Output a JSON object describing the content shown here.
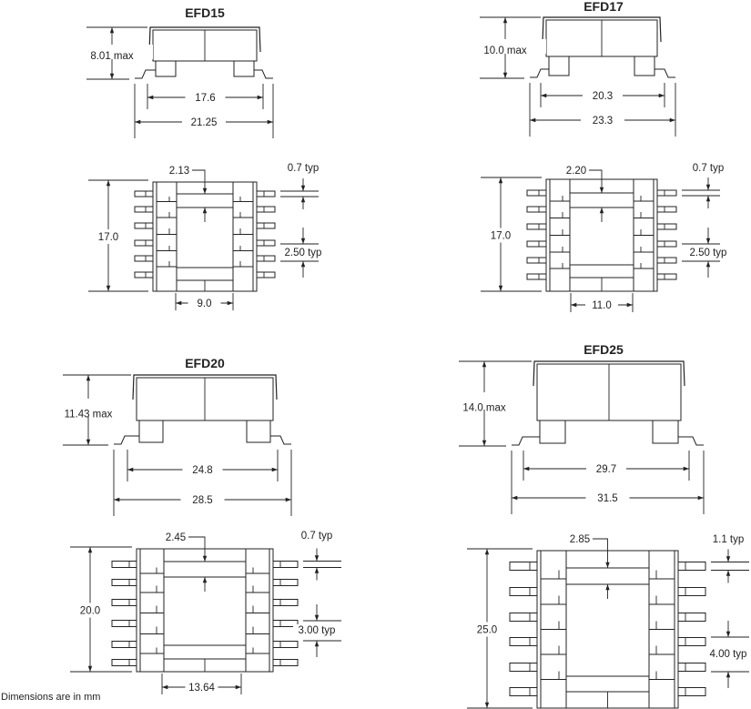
{
  "parts": [
    {
      "title": "EFD15",
      "height": "8.01 max",
      "inner_width": "17.6",
      "outer_width": "21.25",
      "length": "17.0",
      "window": "2.13",
      "pin_width": "0.7 typ",
      "pitch": "2.50 typ",
      "core_width": "9.0"
    },
    {
      "title": "EFD17",
      "height": "10.0 max",
      "inner_width": "20.3",
      "outer_width": "23.3",
      "length": "17.0",
      "window": "2.20",
      "pin_width": "0.7 typ",
      "pitch": "2.50 typ",
      "core_width": "11.0"
    },
    {
      "title": "EFD20",
      "height": "11.43 max",
      "inner_width": "24.8",
      "outer_width": "28.5",
      "length": "20.0",
      "window": "2.45",
      "pin_width": "0.7 typ",
      "pitch": "3.00 typ",
      "core_width": "13.64"
    },
    {
      "title": "EFD25",
      "height": "14.0 max",
      "inner_width": "29.7",
      "outer_width": "31.5",
      "length": "25.0",
      "window": "2.85",
      "pin_width": "1.1 typ",
      "pitch": "4.00 typ",
      "core_width": ""
    }
  ],
  "note": "Dimensions are in mm"
}
